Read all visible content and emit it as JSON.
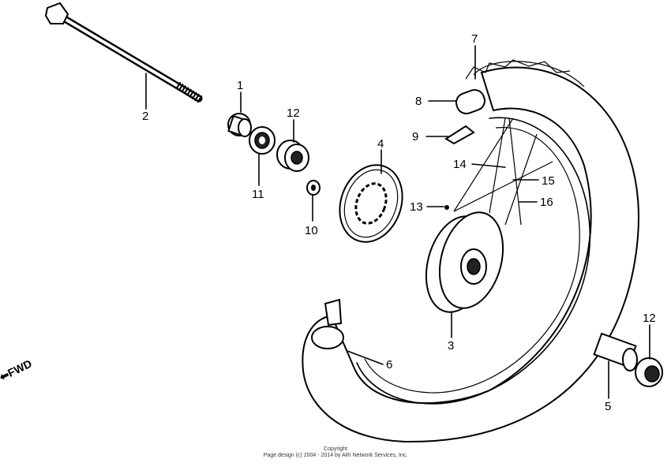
{
  "callouts": [
    "1",
    "2",
    "3",
    "4",
    "5",
    "6",
    "7",
    "8",
    "9",
    "10",
    "11",
    "12",
    "12",
    "13",
    "14",
    "15",
    "16"
  ],
  "direction": {
    "arrow": "⬅",
    "text": "FWD"
  },
  "footer": {
    "line1": "Copyright",
    "line2": "Page design (c) 2004 - 2014 by ARI Network Services, Inc."
  }
}
